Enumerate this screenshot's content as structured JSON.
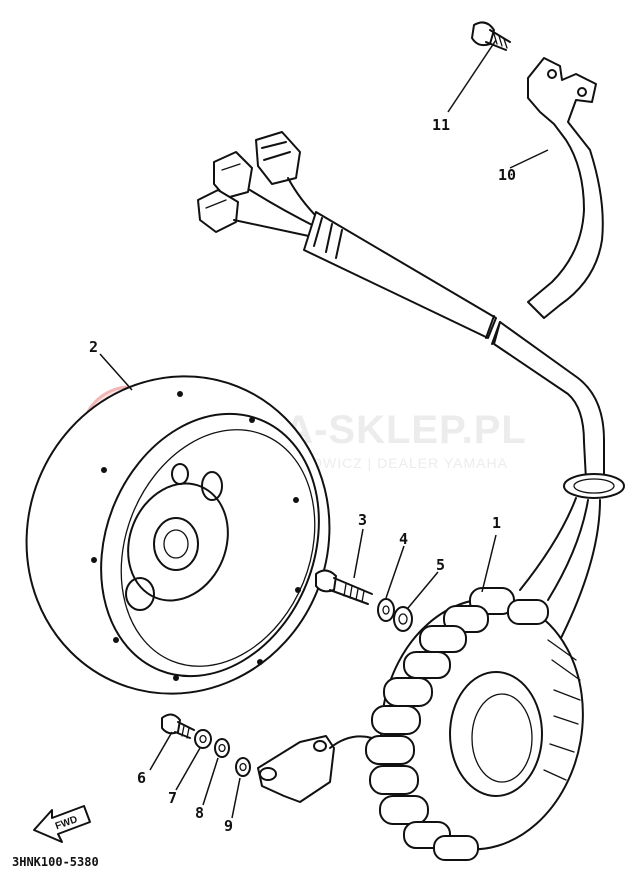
{
  "parts": [
    {
      "number": "1",
      "name": "stator-assembly"
    },
    {
      "number": "2",
      "name": "rotor-flywheel"
    },
    {
      "number": "3",
      "name": "bolt"
    },
    {
      "number": "4",
      "name": "lock-washer"
    },
    {
      "number": "5",
      "name": "plain-washer"
    },
    {
      "number": "6",
      "name": "screw"
    },
    {
      "number": "7",
      "name": "washer"
    },
    {
      "number": "8",
      "name": "washer"
    },
    {
      "number": "9",
      "name": "washer"
    },
    {
      "number": "10",
      "name": "lead-holder-bracket"
    },
    {
      "number": "11",
      "name": "bracket-screw"
    }
  ],
  "labels": {
    "p1": "1",
    "p2": "2",
    "p3": "3",
    "p4": "4",
    "p5": "5",
    "p6": "6",
    "p7": "7",
    "p8": "8",
    "p9": "9",
    "p10": "10",
    "p11": "11"
  },
  "drawing_number": "3HNK100-5380",
  "fwd_label": "FWD",
  "watermark": {
    "title": "YAMA-SKLEP.PL",
    "subtitle": "MACIEJ ROŻKOWICZ | DEALER YAMAHA"
  },
  "colors": {
    "ink": "#111111",
    "background": "#ffffff",
    "watermark": "#ececec",
    "watermark_logo": "#f6c9c9"
  }
}
